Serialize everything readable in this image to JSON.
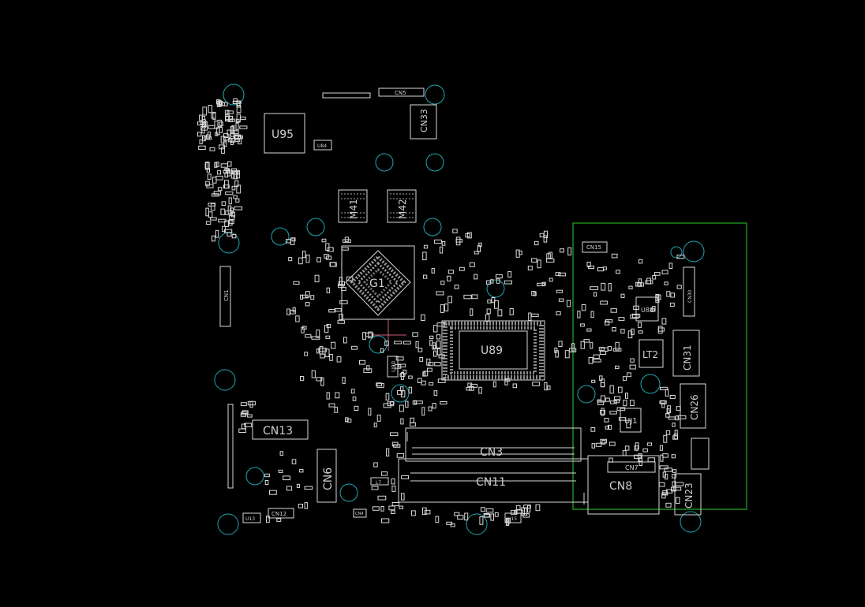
{
  "colors": {
    "background": "#000000",
    "outline": "#d9d9d9",
    "mounting_hole": "#1fa7b0",
    "highlight_box": "#1e8a1e",
    "crosshair": "#d0607a"
  },
  "labels": {
    "U95": "U95",
    "U84": "U84",
    "CN5": "CN5",
    "CN33": "CN33",
    "M41": "M41",
    "M42": "M42",
    "G1": "G1",
    "CN1": "CN1",
    "U89": "U89",
    "U90": "U90",
    "CN13": "CN13",
    "CN6": "CN6",
    "CN3": "CN3",
    "CN11": "CN11",
    "CN12": "CN12",
    "U15": "U15",
    "L7": "L7",
    "CN15": "CN15",
    "U88": "U88",
    "LT2": "LT2",
    "CN31": "CN31",
    "CN26": "CN26",
    "UJ1": "UJ1",
    "CN7": "CN7",
    "CN8": "CN8",
    "CN30": "CN30",
    "CN23": "CN23",
    "U13": "U13",
    "CN4": "CN4"
  }
}
